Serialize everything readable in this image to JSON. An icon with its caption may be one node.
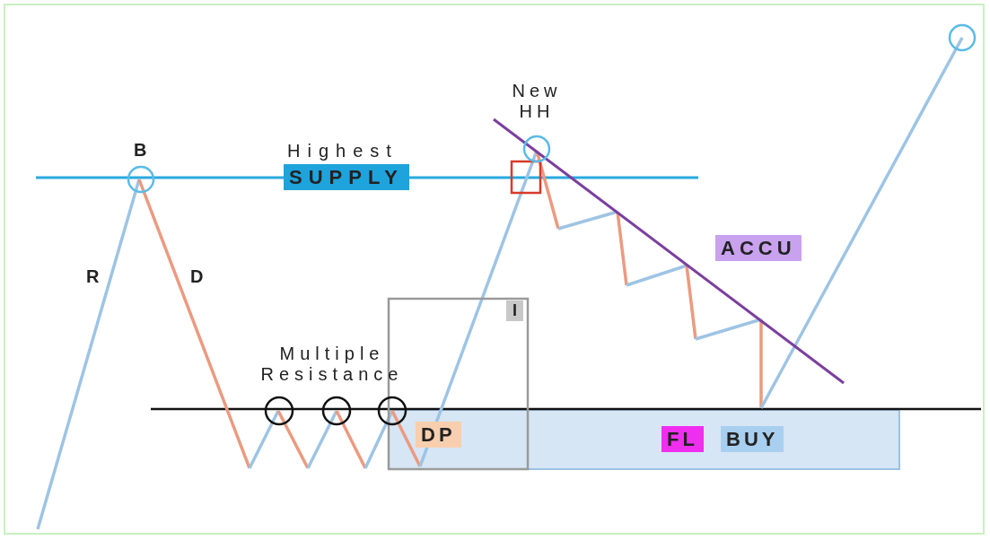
{
  "diagram": {
    "labels": [
      "New HH",
      "B",
      "Highest",
      "SUPPLY",
      "ACCU",
      "R",
      "D",
      "I",
      "Multiple Resistance",
      "DP",
      "FL",
      "BUY"
    ]
  }
}
